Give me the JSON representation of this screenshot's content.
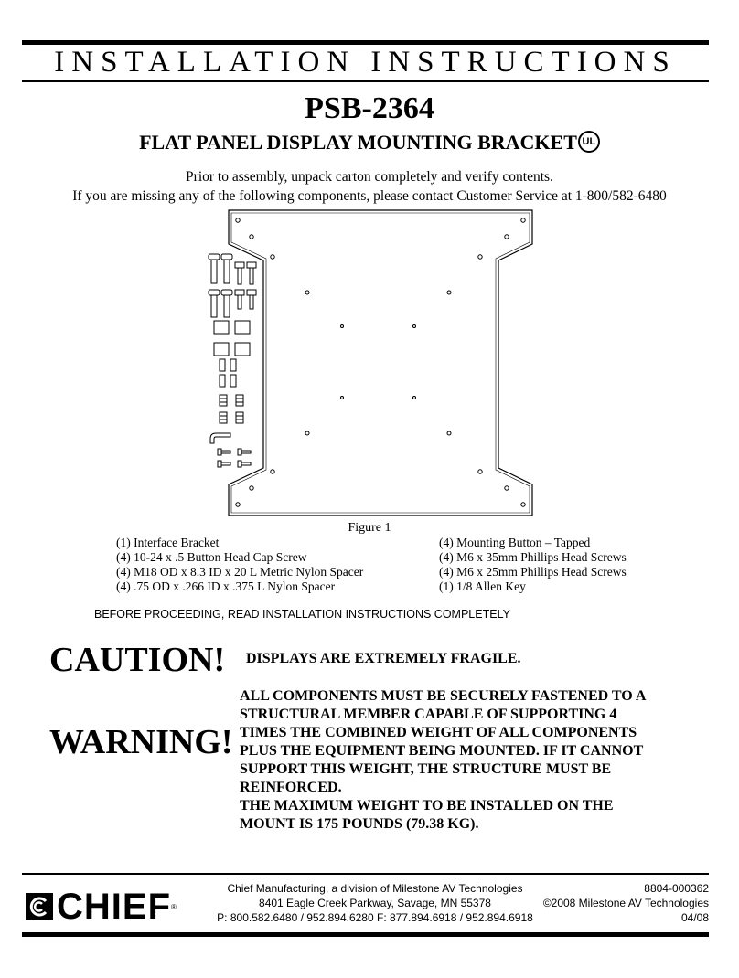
{
  "header": {
    "title": "INSTALLATION INSTRUCTIONS",
    "model": "PSB-2364",
    "subtitle": "FLAT PANEL DISPLAY MOUNTING BRACKET",
    "ul_mark": "UL"
  },
  "intro": {
    "line1": "Prior to assembly, unpack carton completely and verify contents.",
    "line2": "If you are missing any of the following components, please contact Customer Service at 1-800/582-6480"
  },
  "figure": {
    "caption": "Figure 1"
  },
  "parts": {
    "left": [
      "(1) Interface Bracket",
      "(4) 10-24 x .5 Button Head Cap Screw",
      "(4) M18 OD x 8.3 ID x 20 L Metric Nylon Spacer",
      "(4) .75 OD x .266 ID x .375 L Nylon Spacer"
    ],
    "right": [
      "(4) Mounting Button – Tapped",
      "(4) M6 x 35mm Phillips Head Screws",
      "(4) M6 x 25mm Phillips Head Screws",
      "(1) 1/8 Allen Key"
    ]
  },
  "notice": "BEFORE PROCEEDING, READ INSTALLATION INSTRUCTIONS COMPLETELY",
  "caution": {
    "word": "CAUTION!",
    "text": "DISPLAYS ARE EXTREMELY FRAGILE."
  },
  "warning": {
    "word": "WARNING!",
    "lines": [
      "ALL COMPONENTS MUST BE SECURELY FASTENED TO A",
      "STRUCTURAL MEMBER CAPABLE OF SUPPORTING 4",
      "TIMES THE COMBINED WEIGHT OF ALL COMPONENTS",
      "PLUS THE EQUIPMENT BEING MOUNTED. IF IT CANNOT",
      "SUPPORT THIS WEIGHT, THE STRUCTURE MUST BE",
      "REINFORCED.",
      "THE MAXIMUM WEIGHT TO BE INSTALLED ON THE",
      "MOUNT IS 175 POUNDS (79.38 KG)."
    ]
  },
  "footer": {
    "logo_text": "CHIEF",
    "logo_reg": "®",
    "company": "Chief Manufacturing, a division of Milestone AV Technologies",
    "address": "8401 Eagle Creek Parkway, Savage, MN  55378",
    "phones": "P: 800.582.6480 / 952.894.6280  F: 877.894.6918 / 952.894.6918",
    "doc_number": "8804-000362",
    "copyright": "©2008 Milestone AV Technologies",
    "date": "04/08"
  }
}
